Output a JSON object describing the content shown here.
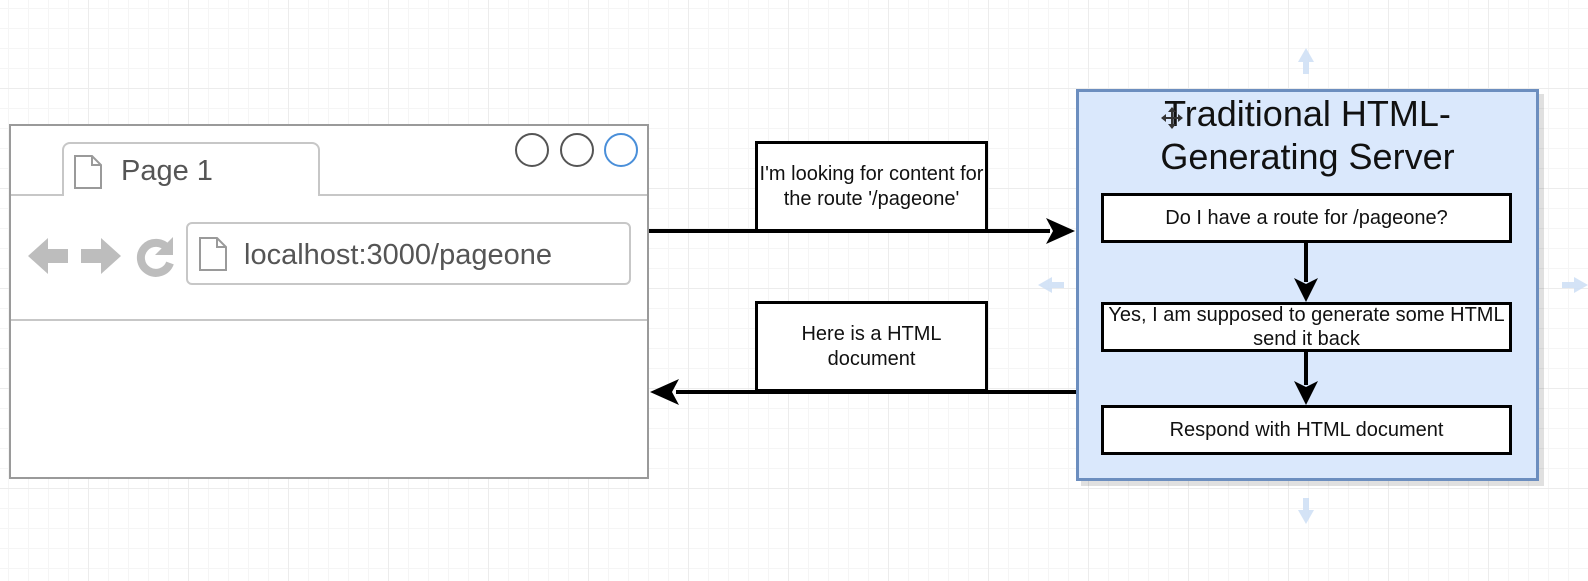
{
  "browser": {
    "tab_label": "Page 1",
    "url": "localhost:3000/pageone",
    "icons": [
      "page-icon",
      "back-arrow-icon",
      "forward-arrow-icon",
      "reload-icon"
    ]
  },
  "request": {
    "label": "I'm looking for content for the route '/pageone'"
  },
  "response": {
    "label": "Here is a HTML document"
  },
  "server": {
    "title": "Traditional HTML-Generating Server",
    "fill_color": "#dae8fc",
    "border_color": "#6c8ebf",
    "steps": [
      "Do I have a route for /pageone?",
      "Yes, I am supposed to generate some HTML send it back",
      "Respond with HTML document"
    ]
  }
}
